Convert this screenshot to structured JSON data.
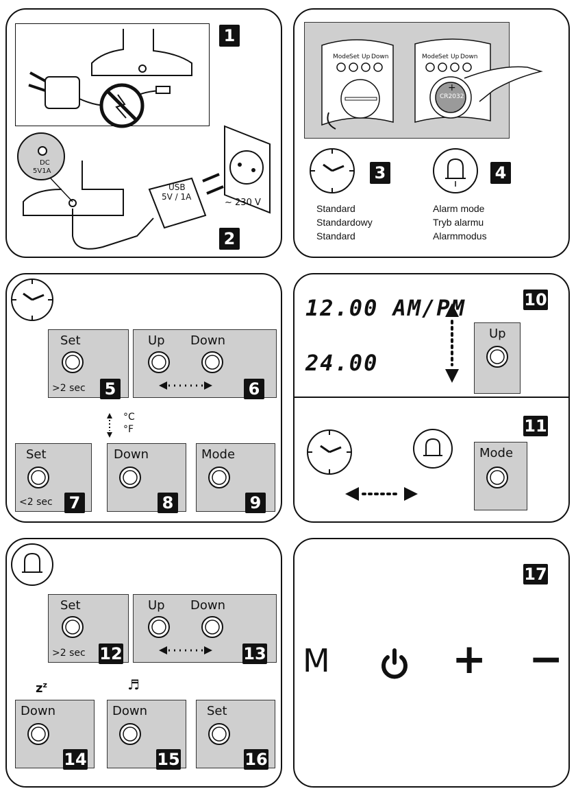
{
  "panel1": {
    "badge": "1"
  },
  "panel2": {
    "badge": "2",
    "dc_label_1": "DC",
    "dc_label_2": "5V1A",
    "usb_1": "USB",
    "usb_2": "5V / 1A",
    "voltage": "~ 230 V"
  },
  "panel3": {
    "buttons": [
      "Mode",
      "Set",
      "Up",
      "Down"
    ],
    "battery": "CR2032",
    "plus": "+",
    "badge3": "3",
    "badge4": "4",
    "standard": [
      "Standard",
      "Standardowy",
      "Standard"
    ],
    "alarm": [
      "Alarm mode",
      "Tryb alarmu",
      "Alarmmodus"
    ]
  },
  "panel5": {
    "b5_label": "Set",
    "b5_sub": ">2 sec",
    "badge5": "5",
    "b6_up": "Up",
    "b6_down": "Down",
    "badge6": "6",
    "b7_label": "Set",
    "b7_sub": "<2 sec",
    "badge7": "7",
    "b8_label": "Down",
    "badge8": "8",
    "b9_label": "Mode",
    "badge9": "9",
    "temp_c": "°C",
    "temp_f": "°F"
  },
  "panel10": {
    "lcd_12": "12.00 AM/PM",
    "lcd_24": "24.00",
    "up_label": "Up",
    "badge10": "10",
    "mode_label": "Mode",
    "badge11": "11"
  },
  "panel12": {
    "b12_label": "Set",
    "b12_sub": ">2 sec",
    "badge12": "12",
    "b13_up": "Up",
    "b13_down": "Down",
    "badge13": "13",
    "zz": "z",
    "zz_small": "z",
    "note": "♬",
    "b14_label": "Down",
    "badge14": "14",
    "b15_label": "Down",
    "badge15": "15",
    "b16_label": "Set",
    "badge16": "16"
  },
  "panel17": {
    "badge": "17",
    "m": "M",
    "plus": "+",
    "minus": "−"
  }
}
